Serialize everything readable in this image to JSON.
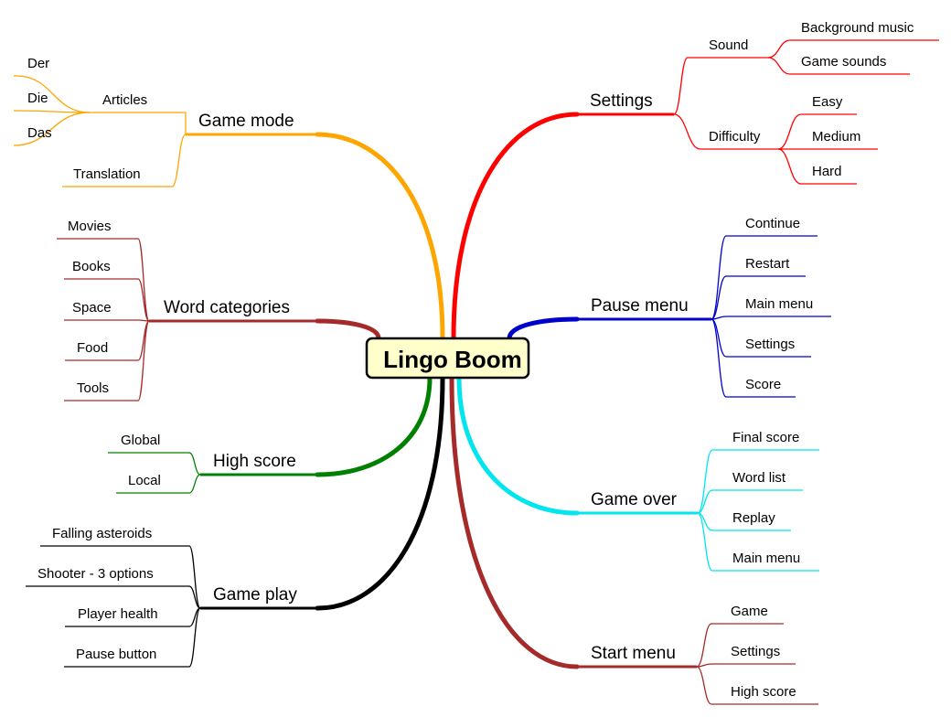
{
  "center": {
    "label": "Lingo Boom",
    "fill": "#ffffcc",
    "stroke": "#000000"
  },
  "branches": [
    {
      "id": "game-mode",
      "label": "Game mode",
      "color": "#ffa500",
      "groups": [
        {
          "label": "Articles",
          "items": [
            "Der",
            "Die",
            "Das"
          ]
        }
      ],
      "items": [
        "Translation"
      ]
    },
    {
      "id": "word-categories",
      "label": "Word categories",
      "color": "#a52a2a",
      "items": [
        "Movies",
        "Books",
        "Space",
        "Food",
        "Tools"
      ]
    },
    {
      "id": "high-score",
      "label": "High score",
      "color": "#008000",
      "items": [
        "Global",
        "Local"
      ]
    },
    {
      "id": "game-play",
      "label": "Game play",
      "color": "#000000",
      "items": [
        "Falling asteroids",
        "Shooter - 3 options",
        "Player health",
        "Pause button"
      ]
    },
    {
      "id": "settings",
      "label": "Settings",
      "color": "#ff0000",
      "groups": [
        {
          "label": "Sound",
          "items": [
            "Background music",
            "Game sounds"
          ]
        },
        {
          "label": "Difficulty",
          "items": [
            "Easy",
            "Medium",
            "Hard"
          ]
        }
      ]
    },
    {
      "id": "pause-menu",
      "label": "Pause menu",
      "color": "#0000cd",
      "items": [
        "Continue",
        "Restart",
        "Main menu",
        "Settings",
        "Score"
      ]
    },
    {
      "id": "game-over",
      "label": "Game over",
      "color": "#00e5ee",
      "items": [
        "Final score",
        "Word list",
        "Replay",
        "Main menu"
      ]
    },
    {
      "id": "start-menu",
      "label": "Start menu",
      "color": "#a52a2a",
      "items": [
        "Game",
        "Settings",
        "High score"
      ]
    }
  ]
}
